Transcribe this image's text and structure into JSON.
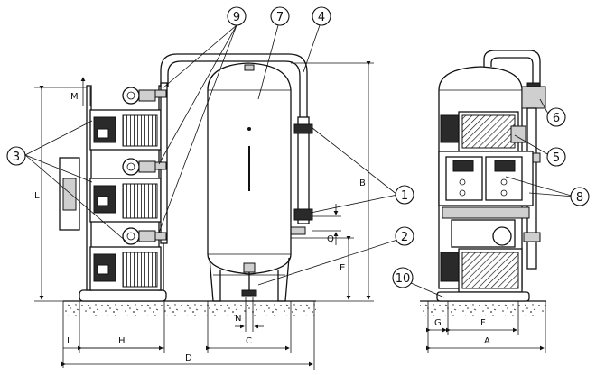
{
  "callouts": {
    "c1": "1",
    "c2": "2",
    "c3": "3",
    "c4": "4",
    "c5": "5",
    "c6": "6",
    "c7": "7",
    "c8": "8",
    "c9": "9",
    "c10": "10"
  },
  "dimensions": {
    "M": "M",
    "L": "L",
    "B": "B",
    "Q": "Q",
    "E": "E",
    "N": "N",
    "I": "I",
    "H": "H",
    "C": "C",
    "D": "D",
    "G": "G",
    "F": "F",
    "A": "A"
  }
}
